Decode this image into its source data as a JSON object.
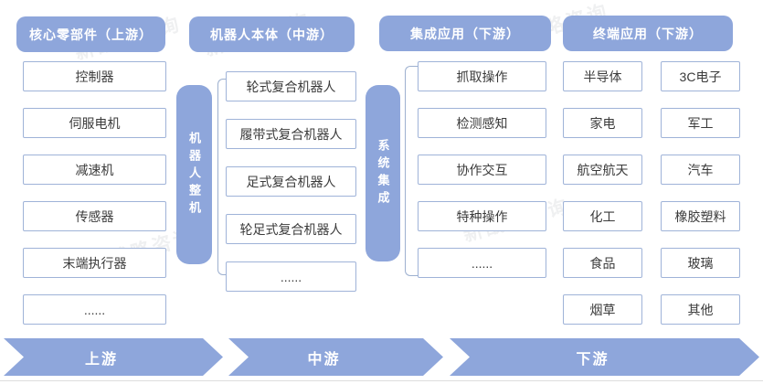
{
  "colors": {
    "accent": "#8EA6DB",
    "box_border": "#9FB3D8",
    "box_text": "#3B3B3B",
    "bracket": "#9DB0CF"
  },
  "headers": {
    "core_components": "核心零部件（上游）",
    "robot_body": "机器人本体（中游）",
    "integrated_application": "集成应用（下游）",
    "terminal_application": "终端应用（下游）"
  },
  "upstream_items": [
    "控制器",
    "伺服电机",
    "减速机",
    "传感器",
    "末端执行器",
    "......"
  ],
  "midstream": {
    "left_pill": "机器人整机",
    "right_pill": "系统集成",
    "items": [
      "轮式复合机器人",
      "履带式复合机器人",
      "足式复合机器人",
      "轮足式复合机器人",
      "......"
    ]
  },
  "integration_items": [
    "抓取操作",
    "检测感知",
    "协作交互",
    "特种操作",
    "......"
  ],
  "terminal_items_left": [
    "半导体",
    "家电",
    "航空航天",
    "化工",
    "食品",
    "烟草"
  ],
  "terminal_items_right": [
    "3C电子",
    "军工",
    "汽车",
    "橡胶塑料",
    "玻璃",
    "其他"
  ],
  "flow": {
    "upstream": "上游",
    "midstream": "中游",
    "downstream": "下游"
  },
  "watermark": "新战略咨询"
}
